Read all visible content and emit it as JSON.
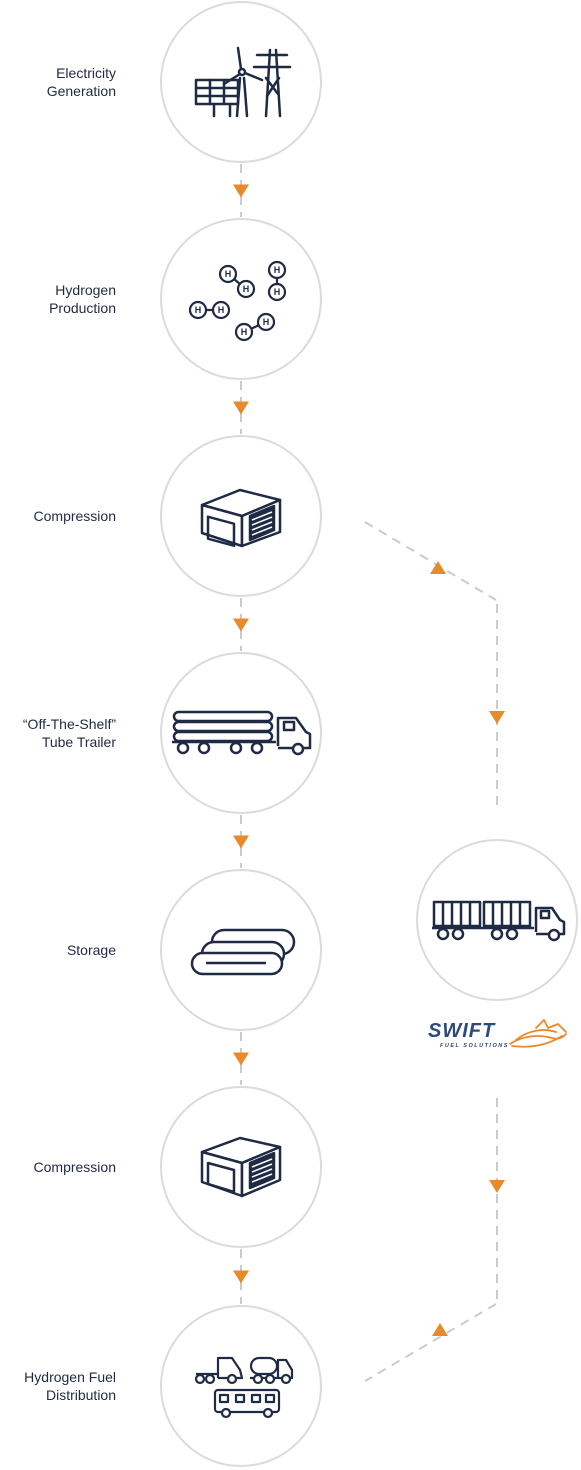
{
  "steps": [
    {
      "label_lines": [
        "Electricity",
        "Generation"
      ],
      "icon": "wind-solar-icon"
    },
    {
      "label_lines": [
        "Hydrogen",
        "Production"
      ],
      "icon": "hydrogen-molecules-icon"
    },
    {
      "label_lines": [
        "Compression"
      ],
      "icon": "compressor-building-icon"
    },
    {
      "label_lines": [
        "“Off-The-Shelf”",
        "Tube Trailer"
      ],
      "icon": "tube-trailer-icon"
    },
    {
      "label_lines": [
        "Storage"
      ],
      "icon": "storage-tanks-icon"
    },
    {
      "label_lines": [
        "Compression"
      ],
      "icon": "compressor-building-icon"
    },
    {
      "label_lines": [
        "Hydrogen Fuel",
        "Distribution"
      ],
      "icon": "fuel-distribution-vehicles-icon"
    }
  ],
  "alternative": {
    "icon": "container-trailer-icon",
    "brand": {
      "name": "SWIFT",
      "subtitle": "FUEL SOLUTIONS",
      "logo_icon": "fox-logo-icon"
    }
  },
  "colors": {
    "ink": "#1f2a44",
    "circle_stroke": "#d9dbde",
    "connector": "#c9cbcf",
    "arrow": "#e8892b",
    "brand_blue": "#2d4a7a",
    "brand_orange": "#e8892b"
  }
}
